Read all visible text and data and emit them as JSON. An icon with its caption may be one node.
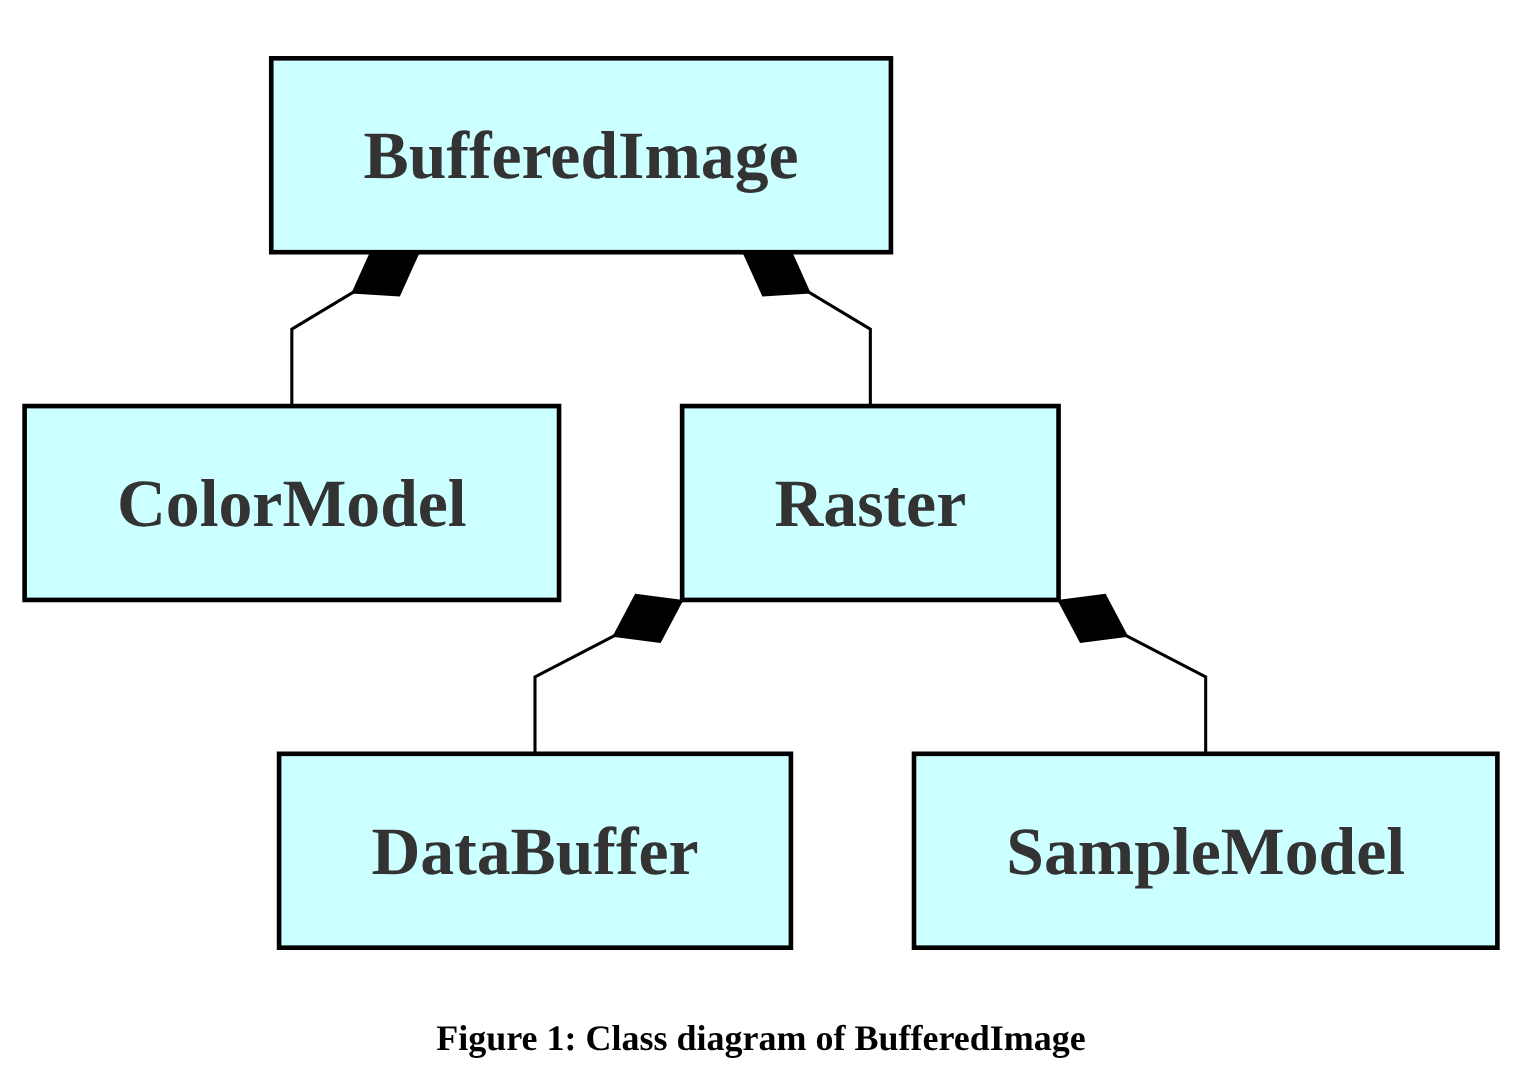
{
  "diagram": {
    "caption": "Figure 1: Class diagram of BufferedImage",
    "nodes": [
      {
        "text": [
          "BufferedImage"
        ]
      },
      {
        "text": [
          "ColorModel"
        ]
      },
      {
        "text": [
          "Raster"
        ]
      },
      {
        "text": [
          "SampleModel"
        ]
      },
      {
        "text": [
          "DataBuffer"
        ]
      }
    ],
    "edges": [
      {
        "from": 0,
        "to": 2,
        "arrow": "other"
      },
      {
        "from": 0,
        "to": 1,
        "arrow": "other"
      },
      {
        "from": 2,
        "to": 4,
        "arrow": "other"
      },
      {
        "from": 2,
        "to": 3,
        "arrow": "other"
      }
    ]
  }
}
